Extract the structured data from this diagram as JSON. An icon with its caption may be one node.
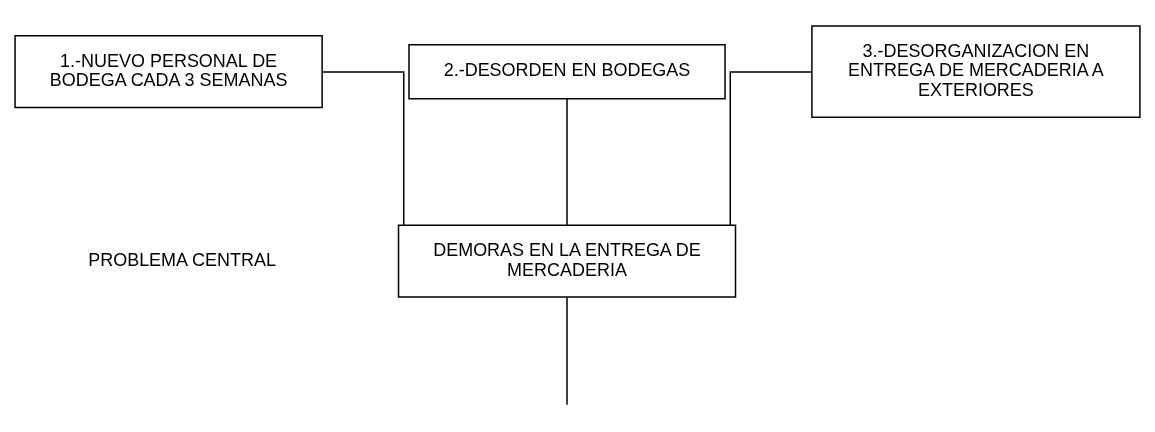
{
  "diagram": {
    "nodes": [
      {
        "text": [
          "1.-NUEVO PERSONAL DE BODEGA CADA 3 SEMANAS"
        ]
      },
      {
        "text": [
          "2.-DESORDEN EN BODEGAS"
        ]
      },
      {
        "text": [
          "3.-DESORGANIZACION EN ENTREGA DE MERCADERIA A EXTERIORES"
        ]
      },
      {
        "text": [
          "DEMORAS EN LA ENTREGA DE MERCADERIA"
        ]
      }
    ],
    "labels": [
      "PROBLEMA CENTRAL"
    ],
    "edges": [
      {
        "from": 0,
        "to": 3,
        "arrow": "none"
      },
      {
        "from": 1,
        "to": 3,
        "arrow": "none"
      },
      {
        "from": 2,
        "to": 3,
        "arrow": "none"
      },
      {
        "from": 3,
        "to": null,
        "arrow": "none"
      }
    ]
  }
}
